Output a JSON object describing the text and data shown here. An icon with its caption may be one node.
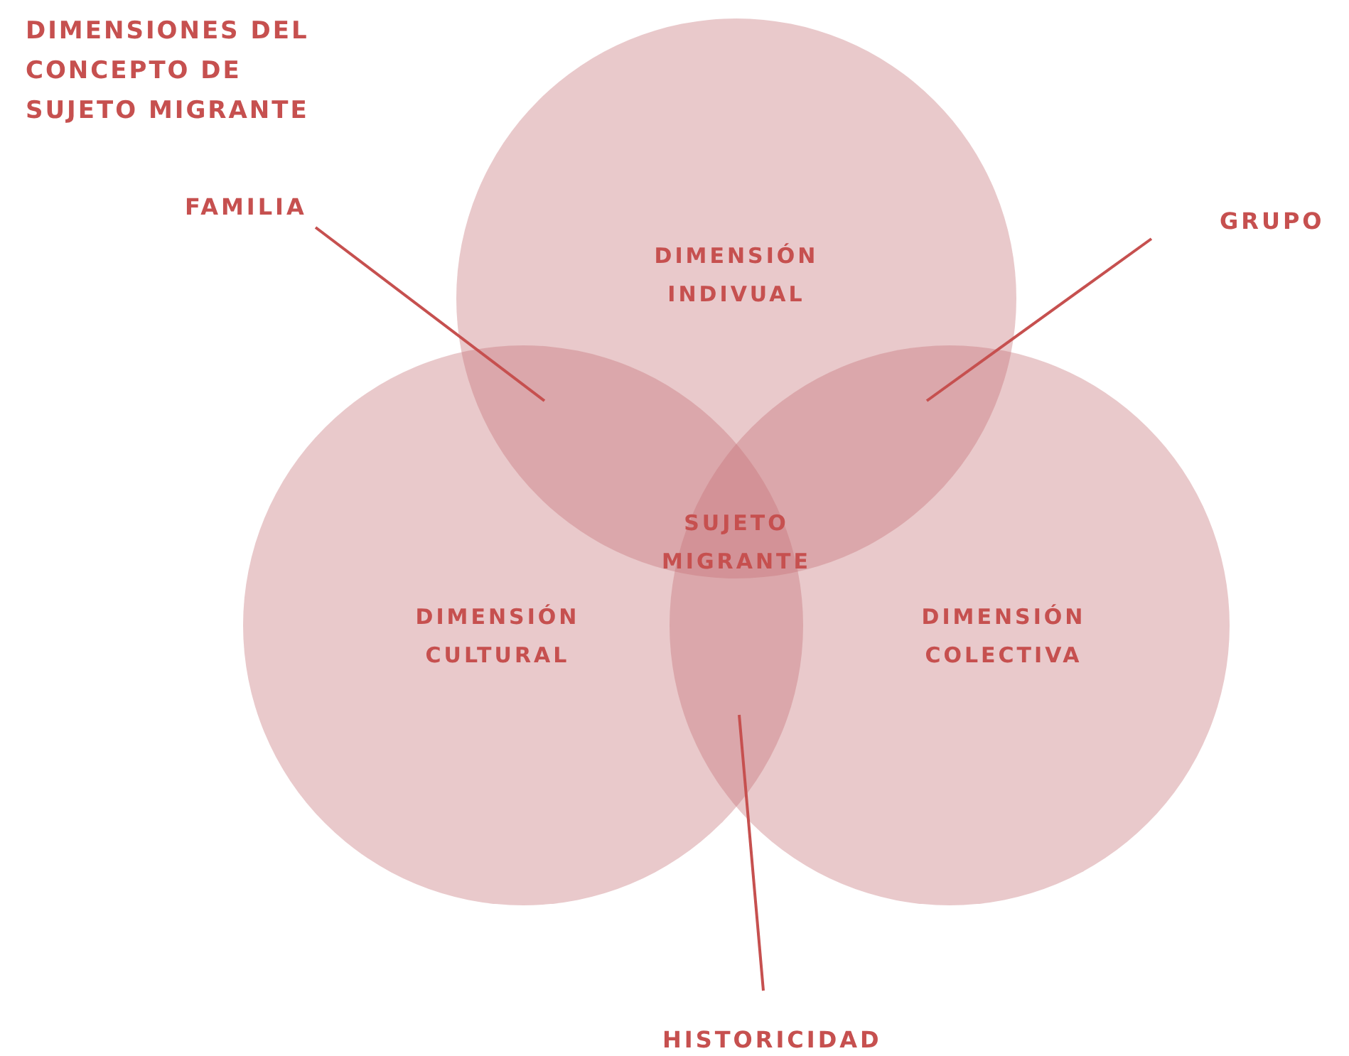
{
  "diagram": {
    "title": "DIMENSIONES DEL CONCEPTO DE SUJETO MIGRANTE",
    "nodes": [
      {
        "text": [
          "DIMENSIÓN INDIVUAL"
        ]
      },
      {
        "text": [
          "DIMENSIÓN CULTURAL"
        ]
      },
      {
        "text": [
          "DIMENSIÓN COLECTIVA"
        ]
      },
      {
        "text": [
          "FAMILIA"
        ]
      },
      {
        "text": [
          "GRUPO"
        ]
      },
      {
        "text": [
          "HISTORICIDAD"
        ]
      }
    ],
    "edges": [
      {
        "from": 3,
        "to": 0,
        "arrow": "none"
      },
      {
        "from": 4,
        "to": 0,
        "arrow": "none"
      },
      {
        "from": 5,
        "to": 1,
        "arrow": "none"
      }
    ],
    "labels": [
      "SUJETO MIGRANTE"
    ]
  }
}
